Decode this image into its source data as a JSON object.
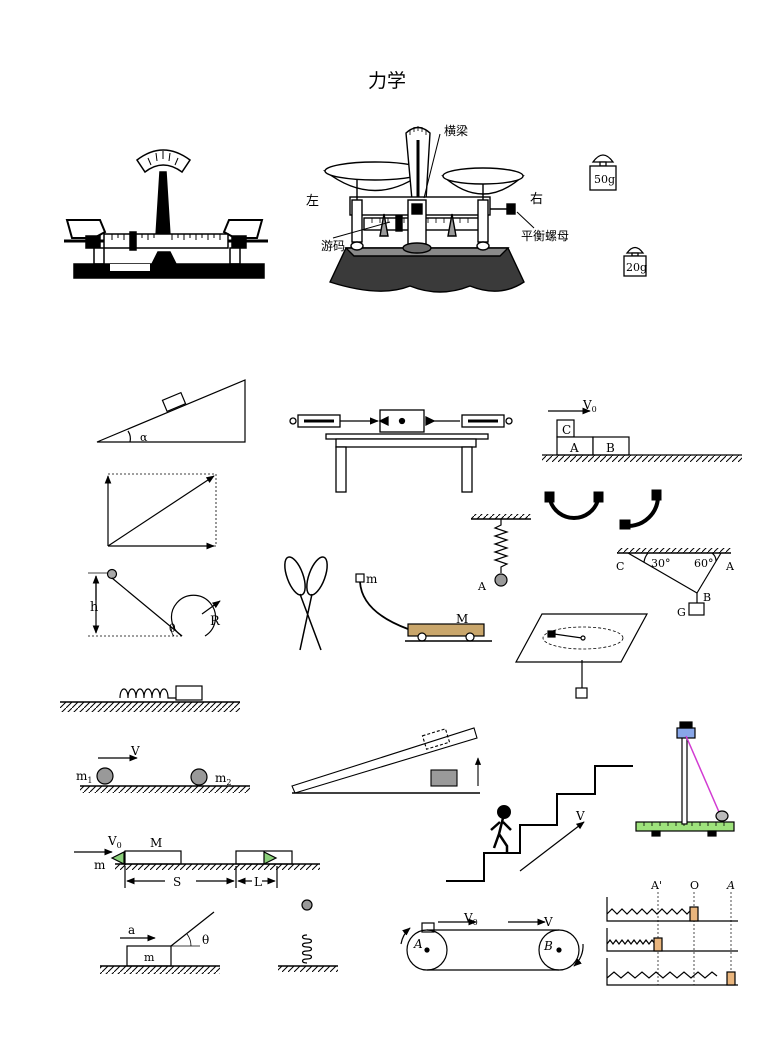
{
  "title": "力学",
  "balance": {
    "beam": "横梁",
    "left": "左",
    "right": "右",
    "rider": "游码",
    "nut": "平衡螺母",
    "weight_big": "50g",
    "weight_small": "20g"
  },
  "incline": {
    "angle": "α"
  },
  "block_stack": {
    "velocity": "V",
    "velocity_sub": "0",
    "top": "C",
    "left": "A",
    "right": "B"
  },
  "hanging_ball": {
    "label": "A"
  },
  "tension": {
    "left": "C",
    "right": "A",
    "angle_left": "30°",
    "angle_right": "60°",
    "knot": "B",
    "weight": "G"
  },
  "loop_track": {
    "height": "h",
    "radius": "R",
    "angle": "θ"
  },
  "cart": {
    "small_mass": "m",
    "cart_mass": "M"
  },
  "collision": {
    "velocity": "V",
    "m1": "m",
    "m1_sub": "1",
    "m2": "m",
    "m2_sub": "2"
  },
  "board": {
    "velocity": "V",
    "velocity_sub": "0",
    "board_mass": "M",
    "block_mass": "m",
    "distance_s": "S",
    "distance_l": "L"
  },
  "pull_block": {
    "acceleration": "a",
    "angle": "θ",
    "mass": "m"
  },
  "stairs": {
    "velocity": "V"
  },
  "conveyor": {
    "velocity0": "V",
    "velocity0_sub": "0",
    "velocity": "V",
    "pulley_a": "A",
    "pulley_b": "B"
  },
  "oscillator": {
    "a_prime": "A'",
    "origin": "O",
    "a": "A"
  }
}
